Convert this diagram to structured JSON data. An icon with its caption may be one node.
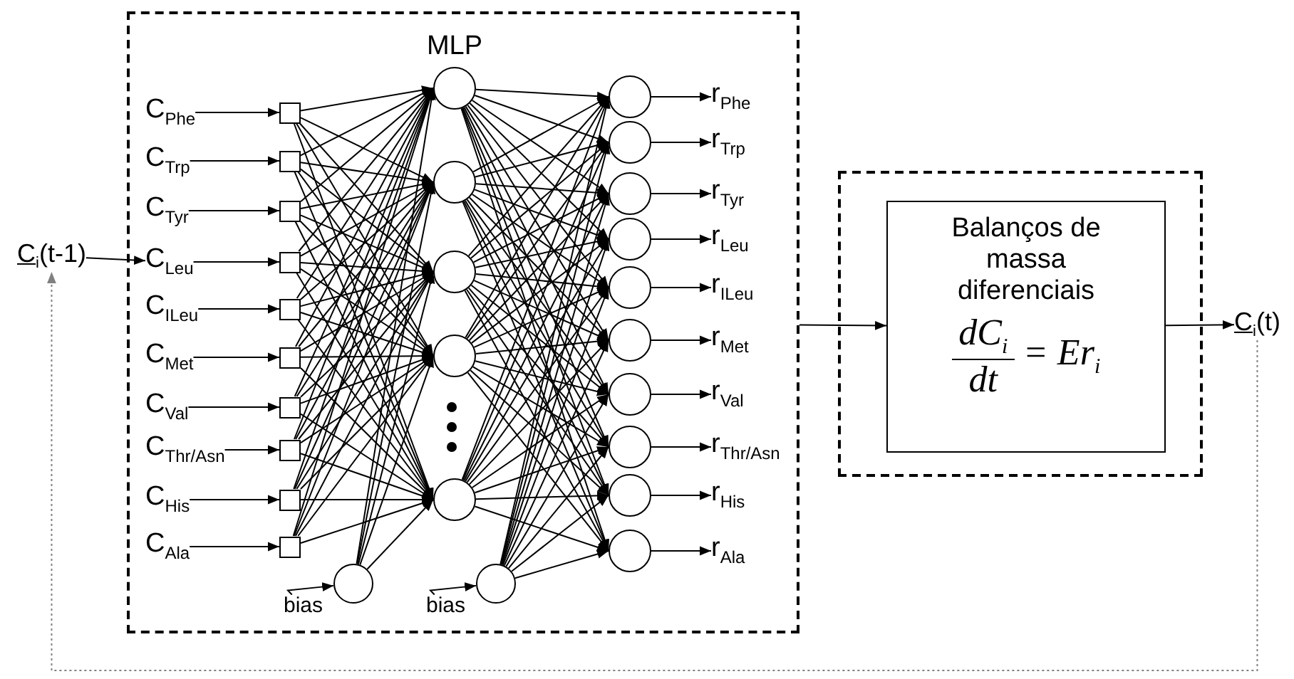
{
  "diagram": {
    "nodes": [
      {
        "text": [
          "MLP"
        ]
      },
      {
        "text": [
          "C$_{Phe}$"
        ],
        "in": 0
      },
      {
        "text": [
          "C$_{Trp}$"
        ],
        "in": 0
      },
      {
        "text": [
          "C$_{Tyr}$"
        ],
        "in": 0
      },
      {
        "text": [
          "C$_{Leu}$"
        ],
        "in": 0
      },
      {
        "text": [
          "C$_{ILeu}$"
        ],
        "in": 0
      },
      {
        "text": [
          "C$_{Met}$"
        ],
        "in": 0
      },
      {
        "text": [
          "C$_{Val}$"
        ],
        "in": 0
      },
      {
        "text": [
          "C$_{Thr/Asn}$"
        ],
        "in": 0
      },
      {
        "text": [
          "C$_{His}$"
        ],
        "in": 0
      },
      {
        "text": [
          "C$_{Ala}$"
        ],
        "in": 0
      },
      {
        "text": [],
        "shape": "box",
        "in": 0
      },
      {
        "text": [],
        "shape": "box",
        "in": 0
      },
      {
        "text": [],
        "shape": "box",
        "in": 0
      },
      {
        "text": [],
        "shape": "box",
        "in": 0
      },
      {
        "text": [],
        "shape": "box",
        "in": 0
      },
      {
        "text": [],
        "shape": "box",
        "in": 0
      },
      {
        "text": [],
        "shape": "box",
        "in": 0
      },
      {
        "text": [],
        "shape": "box",
        "in": 0
      },
      {
        "text": [],
        "shape": "box",
        "in": 0
      },
      {
        "text": [],
        "shape": "box",
        "in": 0
      },
      {
        "text": [],
        "shape": "circle",
        "in": 0
      },
      {
        "text": [],
        "shape": "circle",
        "in": 0
      },
      {
        "text": [],
        "shape": "circle",
        "in": 0
      },
      {
        "text": [],
        "shape": "circle",
        "in": 0
      },
      {
        "text": [],
        "shape": "circle",
        "in": 0
      },
      {
        "text": [
          "bias"
        ],
        "in": 0
      },
      {
        "text": [],
        "shape": "circle",
        "in": 0
      },
      {
        "text": [
          "bias"
        ],
        "in": 0
      },
      {
        "text": [],
        "shape": "circle",
        "in": 0
      },
      {
        "text": [],
        "shape": "circle",
        "in": 0
      },
      {
        "text": [],
        "shape": "circle",
        "in": 0
      },
      {
        "text": [],
        "shape": "circle",
        "in": 0
      },
      {
        "text": [],
        "shape": "circle",
        "in": 0
      },
      {
        "text": [],
        "shape": "circle",
        "in": 0
      },
      {
        "text": [],
        "shape": "circle",
        "in": 0
      },
      {
        "text": [],
        "shape": "circle",
        "in": 0
      },
      {
        "text": [],
        "shape": "circle",
        "in": 0
      },
      {
        "text": [],
        "shape": "circle",
        "in": 0
      },
      {
        "text": [],
        "shape": "circle",
        "in": 0
      },
      {
        "text": [
          "r$_{Phe}$"
        ],
        "in": 0
      },
      {
        "text": [
          "r$_{Trp}$"
        ],
        "in": 0
      },
      {
        "text": [
          "r$_{Tyr}$"
        ],
        "in": 0
      },
      {
        "text": [
          "r$_{Leu}$"
        ],
        "in": 0
      },
      {
        "text": [
          "r$_{ILeu}$"
        ],
        "in": 0
      },
      {
        "text": [
          "r$_{Met}$"
        ],
        "in": 0
      },
      {
        "text": [
          "r$_{Val}$"
        ],
        "in": 0
      },
      {
        "text": [
          "r$_{Thr/Asn}$"
        ],
        "in": 0
      },
      {
        "text": [
          "r$_{His}$"
        ],
        "in": 0
      },
      {
        "text": [
          "r$_{Ala}$"
        ],
        "in": 0
      },
      {
        "text": [
          "C$_{i}$(t-1)"
        ]
      },
      {
        "text": [],
        "shape": "box"
      },
      {
        "text": [
          "Balanços de massa diferenciais",
          "dC$_{i}$",
          "dt",
          "= Er$_{i}$"
        ],
        "in": 51
      },
      {
        "text": [
          "C$_{i}$(t)"
        ]
      }
    ],
    "edges": [
      {
        "from": 50,
        "to": 4,
        "arrow": "to"
      },
      {
        "from": 1,
        "to": 11,
        "arrow": "to"
      },
      {
        "from": 2,
        "to": 12,
        "arrow": "to"
      },
      {
        "from": 3,
        "to": 13,
        "arrow": "to"
      },
      {
        "from": 4,
        "to": 14,
        "arrow": "to"
      },
      {
        "from": 5,
        "to": 15,
        "arrow": "to"
      },
      {
        "from": 6,
        "to": 16,
        "arrow": "to"
      },
      {
        "from": 7,
        "to": 17,
        "arrow": "to"
      },
      {
        "from": 8,
        "to": 18,
        "arrow": "to"
      },
      {
        "from": 9,
        "to": 19,
        "arrow": "to"
      },
      {
        "from": 10,
        "to": 20,
        "arrow": "to"
      },
      {
        "from": 11,
        "to": 21,
        "arrow": "to"
      },
      {
        "from": 11,
        "to": 22,
        "arrow": "to"
      },
      {
        "from": 11,
        "to": 23,
        "arrow": "to"
      },
      {
        "from": 11,
        "to": 24,
        "arrow": "to"
      },
      {
        "from": 11,
        "to": 25,
        "arrow": "to"
      },
      {
        "from": 12,
        "to": 21,
        "arrow": "to"
      },
      {
        "from": 12,
        "to": 22,
        "arrow": "to"
      },
      {
        "from": 12,
        "to": 23,
        "arrow": "to"
      },
      {
        "from": 12,
        "to": 24,
        "arrow": "to"
      },
      {
        "from": 12,
        "to": 25,
        "arrow": "to"
      },
      {
        "from": 13,
        "to": 21,
        "arrow": "to"
      },
      {
        "from": 13,
        "to": 22,
        "arrow": "to"
      },
      {
        "from": 13,
        "to": 23,
        "arrow": "to"
      },
      {
        "from": 13,
        "to": 24,
        "arrow": "to"
      },
      {
        "from": 13,
        "to": 25,
        "arrow": "to"
      },
      {
        "from": 14,
        "to": 21,
        "arrow": "to"
      },
      {
        "from": 14,
        "to": 22,
        "arrow": "to"
      },
      {
        "from": 14,
        "to": 23,
        "arrow": "to"
      },
      {
        "from": 14,
        "to": 24,
        "arrow": "to"
      },
      {
        "from": 14,
        "to": 25,
        "arrow": "to"
      },
      {
        "from": 15,
        "to": 21,
        "arrow": "to"
      },
      {
        "from": 15,
        "to": 22,
        "arrow": "to"
      },
      {
        "from": 15,
        "to": 23,
        "arrow": "to"
      },
      {
        "from": 15,
        "to": 24,
        "arrow": "to"
      },
      {
        "from": 15,
        "to": 25,
        "arrow": "to"
      },
      {
        "from": 16,
        "to": 21,
        "arrow": "to"
      },
      {
        "from": 16,
        "to": 22,
        "arrow": "to"
      },
      {
        "from": 16,
        "to": 23,
        "arrow": "to"
      },
      {
        "from": 16,
        "to": 24,
        "arrow": "to"
      },
      {
        "from": 16,
        "to": 25,
        "arrow": "to"
      },
      {
        "from": 17,
        "to": 21,
        "arrow": "to"
      },
      {
        "from": 17,
        "to": 22,
        "arrow": "to"
      },
      {
        "from": 17,
        "to": 23,
        "arrow": "to"
      },
      {
        "from": 17,
        "to": 24,
        "arrow": "to"
      },
      {
        "from": 17,
        "to": 25,
        "arrow": "to"
      },
      {
        "from": 18,
        "to": 21,
        "arrow": "to"
      },
      {
        "from": 18,
        "to": 22,
        "arrow": "to"
      },
      {
        "from": 18,
        "to": 23,
        "arrow": "to"
      },
      {
        "from": 18,
        "to": 24,
        "arrow": "to"
      },
      {
        "from": 18,
        "to": 25,
        "arrow": "to"
      },
      {
        "from": 19,
        "to": 21,
        "arrow": "to"
      },
      {
        "from": 19,
        "to": 22,
        "arrow": "to"
      },
      {
        "from": 19,
        "to": 23,
        "arrow": "to"
      },
      {
        "from": 19,
        "to": 24,
        "arrow": "to"
      },
      {
        "from": 19,
        "to": 25,
        "arrow": "to"
      },
      {
        "from": 20,
        "to": 21,
        "arrow": "to"
      },
      {
        "from": 20,
        "to": 22,
        "arrow": "to"
      },
      {
        "from": 20,
        "to": 23,
        "arrow": "to"
      },
      {
        "from": 20,
        "to": 24,
        "arrow": "to"
      },
      {
        "from": 20,
        "to": 25,
        "arrow": "to"
      },
      {
        "from": 26,
        "to": 27,
        "arrow": "to"
      },
      {
        "from": 27,
        "to": 21,
        "arrow": "to"
      },
      {
        "from": 27,
        "to": 22,
        "arrow": "to"
      },
      {
        "from": 27,
        "to": 23,
        "arrow": "to"
      },
      {
        "from": 27,
        "to": 24,
        "arrow": "to"
      },
      {
        "from": 27,
        "to": 25,
        "arrow": "to"
      },
      {
        "from": 28,
        "to": 29,
        "arrow": "to"
      },
      {
        "from": 29,
        "to": 30,
        "arrow": "to"
      },
      {
        "from": 29,
        "to": 31,
        "arrow": "to"
      },
      {
        "from": 29,
        "to": 32,
        "arrow": "to"
      },
      {
        "from": 29,
        "to": 33,
        "arrow": "to"
      },
      {
        "from": 29,
        "to": 34,
        "arrow": "to"
      },
      {
        "from": 29,
        "to": 35,
        "arrow": "to"
      },
      {
        "from": 29,
        "to": 36,
        "arrow": "to"
      },
      {
        "from": 29,
        "to": 37,
        "arrow": "to"
      },
      {
        "from": 29,
        "to": 38,
        "arrow": "to"
      },
      {
        "from": 29,
        "to": 39,
        "arrow": "to"
      },
      {
        "from": 21,
        "to": 30,
        "arrow": "to"
      },
      {
        "from": 21,
        "to": 31,
        "arrow": "to"
      },
      {
        "from": 21,
        "to": 32,
        "arrow": "to"
      },
      {
        "from": 21,
        "to": 33,
        "arrow": "to"
      },
      {
        "from": 21,
        "to": 34,
        "arrow": "to"
      },
      {
        "from": 21,
        "to": 35,
        "arrow": "to"
      },
      {
        "from": 21,
        "to": 36,
        "arrow": "to"
      },
      {
        "from": 21,
        "to": 37,
        "arrow": "to"
      },
      {
        "from": 21,
        "to": 38,
        "arrow": "to"
      },
      {
        "from": 21,
        "to": 39,
        "arrow": "to"
      },
      {
        "from": 22,
        "to": 30,
        "arrow": "to"
      },
      {
        "from": 22,
        "to": 31,
        "arrow": "to"
      },
      {
        "from": 22,
        "to": 32,
        "arrow": "to"
      },
      {
        "from": 22,
        "to": 33,
        "arrow": "to"
      },
      {
        "from": 22,
        "to": 34,
        "arrow": "to"
      },
      {
        "from": 22,
        "to": 35,
        "arrow": "to"
      },
      {
        "from": 22,
        "to": 36,
        "arrow": "to"
      },
      {
        "from": 22,
        "to": 37,
        "arrow": "to"
      },
      {
        "from": 22,
        "to": 38,
        "arrow": "to"
      },
      {
        "from": 22,
        "to": 39,
        "arrow": "to"
      },
      {
        "from": 23,
        "to": 30,
        "arrow": "to"
      },
      {
        "from": 23,
        "to": 31,
        "arrow": "to"
      },
      {
        "from": 23,
        "to": 32,
        "arrow": "to"
      },
      {
        "from": 23,
        "to": 33,
        "arrow": "to"
      },
      {
        "from": 23,
        "to": 34,
        "arrow": "to"
      },
      {
        "from": 23,
        "to": 35,
        "arrow": "to"
      },
      {
        "from": 23,
        "to": 36,
        "arrow": "to"
      },
      {
        "from": 23,
        "to": 37,
        "arrow": "to"
      },
      {
        "from": 23,
        "to": 38,
        "arrow": "to"
      },
      {
        "from": 23,
        "to": 39,
        "arrow": "to"
      },
      {
        "from": 24,
        "to": 30,
        "arrow": "to"
      },
      {
        "from": 24,
        "to": 31,
        "arrow": "to"
      },
      {
        "from": 24,
        "to": 32,
        "arrow": "to"
      },
      {
        "from": 24,
        "to": 33,
        "arrow": "to"
      },
      {
        "from": 24,
        "to": 34,
        "arrow": "to"
      },
      {
        "from": 24,
        "to": 35,
        "arrow": "to"
      },
      {
        "from": 24,
        "to": 36,
        "arrow": "to"
      },
      {
        "from": 24,
        "to": 37,
        "arrow": "to"
      },
      {
        "from": 24,
        "to": 38,
        "arrow": "to"
      },
      {
        "from": 24,
        "to": 39,
        "arrow": "to"
      },
      {
        "from": 25,
        "to": 30,
        "arrow": "to"
      },
      {
        "from": 25,
        "to": 31,
        "arrow": "to"
      },
      {
        "from": 25,
        "to": 32,
        "arrow": "to"
      },
      {
        "from": 25,
        "to": 33,
        "arrow": "to"
      },
      {
        "from": 25,
        "to": 34,
        "arrow": "to"
      },
      {
        "from": 25,
        "to": 35,
        "arrow": "to"
      },
      {
        "from": 25,
        "to": 36,
        "arrow": "to"
      },
      {
        "from": 25,
        "to": 37,
        "arrow": "to"
      },
      {
        "from": 25,
        "to": 38,
        "arrow": "to"
      },
      {
        "from": 25,
        "to": 39,
        "arrow": "to"
      },
      {
        "from": 30,
        "to": 40,
        "arrow": "to"
      },
      {
        "from": 31,
        "to": 41,
        "arrow": "to"
      },
      {
        "from": 32,
        "to": 42,
        "arrow": "to"
      },
      {
        "from": 33,
        "to": 43,
        "arrow": "to"
      },
      {
        "from": 34,
        "to": 44,
        "arrow": "to"
      },
      {
        "from": 35,
        "to": 45,
        "arrow": "to"
      },
      {
        "from": 36,
        "to": 46,
        "arrow": "to"
      },
      {
        "from": 37,
        "to": 47,
        "arrow": "to"
      },
      {
        "from": 38,
        "to": 48,
        "arrow": "to"
      },
      {
        "from": 39,
        "to": 49,
        "arrow": "to"
      },
      {
        "from": 0,
        "to": 52,
        "arrow": "to"
      },
      {
        "from": 52,
        "to": 53,
        "arrow": "to"
      },
      {
        "from": 53,
        "to": 50,
        "arrow": "to",
        "style": "dashed",
        "color": "#808080"
      }
    ]
  }
}
